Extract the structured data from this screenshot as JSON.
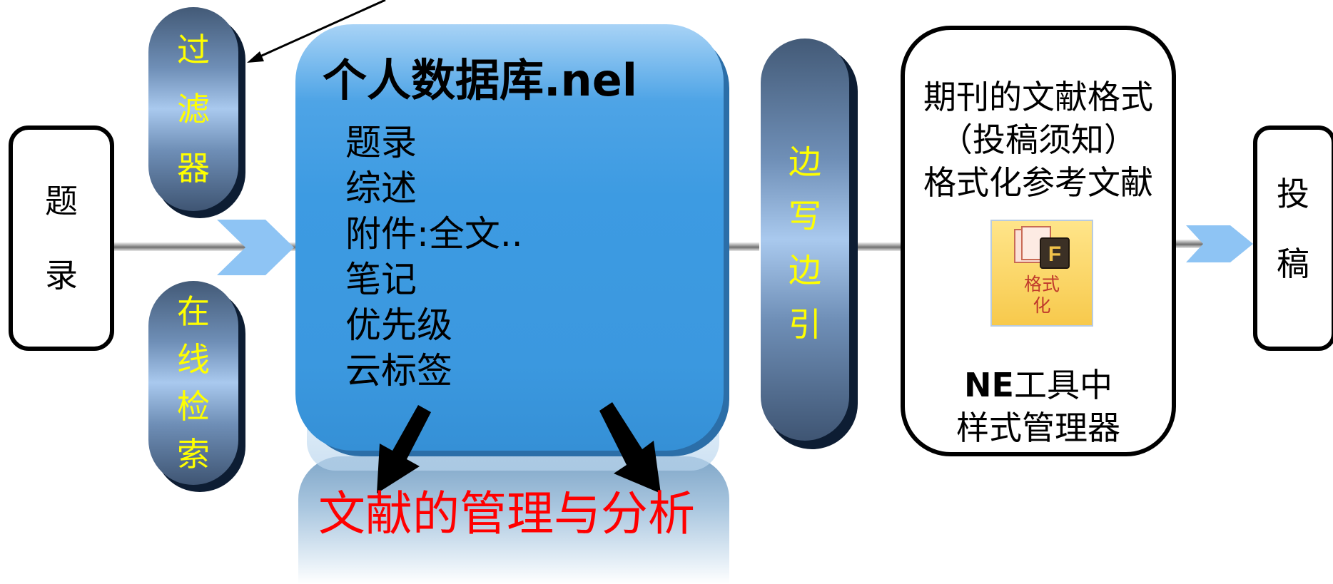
{
  "left_box": {
    "line1": "题",
    "line2": "录"
  },
  "right_box": {
    "line1": "投",
    "line2": "稿"
  },
  "filter_pill": {
    "chars": [
      "过",
      "滤",
      "器"
    ]
  },
  "search_pill": {
    "chars": [
      "在",
      "线",
      "检",
      "索"
    ]
  },
  "write_cite_pill": {
    "chars": [
      "边",
      "写",
      "边",
      "引"
    ]
  },
  "database": {
    "title": "个人数据库.nel",
    "items": [
      "题录",
      "综述",
      "附件:全文..",
      "笔记",
      "优先级",
      "云标签"
    ]
  },
  "analysis_label": "文献的管理与分析",
  "journal_box": {
    "line1": "期刊的文献格式",
    "line2": "（投稿须知）",
    "line3": "格式化参考文献",
    "icon_label_1": "格式",
    "icon_label_2": "化",
    "bottom_bold": "NE",
    "bottom_rest": "工具中",
    "bottom_line2": "样式管理器"
  },
  "colors": {
    "pill_text": "#ffff00",
    "database_fill": "#3d9be2",
    "analysis_text": "#ff0000",
    "arrow_light": "#8ec4f4"
  }
}
